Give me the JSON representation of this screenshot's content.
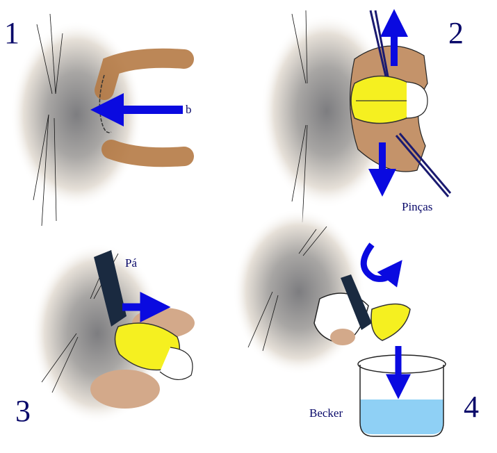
{
  "panels": [
    {
      "number": "1",
      "labels": {
        "arrow": "b"
      }
    },
    {
      "number": "2",
      "labels": {
        "tool": "Pinças"
      }
    },
    {
      "number": "3",
      "labels": {
        "tool": "Pá"
      }
    },
    {
      "number": "4",
      "labels": {
        "container": "Becker"
      }
    }
  ],
  "colors": {
    "arrow": "#0a0ae0",
    "number": "#0a0a6a",
    "shell": "#b57a45",
    "gland": "#f5f020",
    "water": "#8fd0f5",
    "fur": "#9a9a9a",
    "tool": "#1a2a40"
  }
}
